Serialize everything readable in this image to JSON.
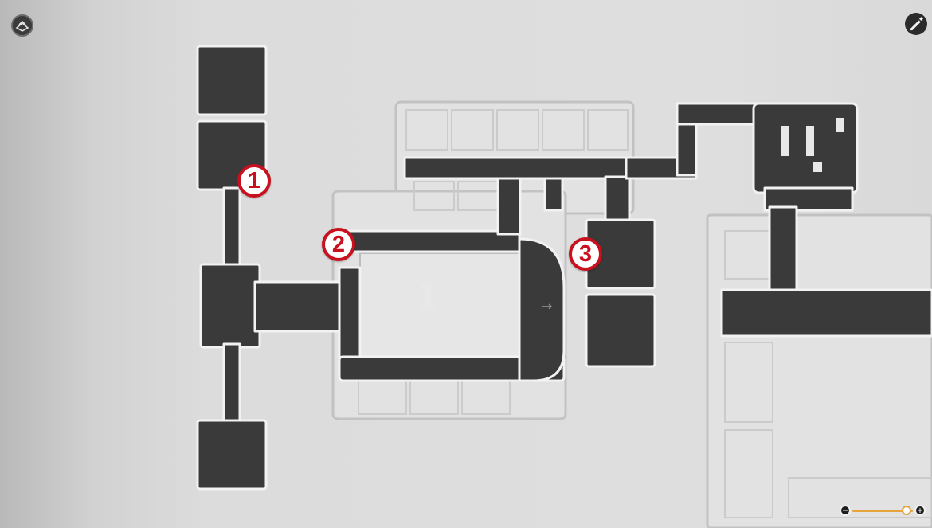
{
  "markers": [
    {
      "id": "marker-1",
      "label": "1"
    },
    {
      "id": "marker-2",
      "label": "2"
    },
    {
      "id": "marker-3",
      "label": "3"
    }
  ],
  "zoom": {
    "level": 0.9,
    "minus_symbol": "−",
    "plus_symbol": "+"
  },
  "colors": {
    "corridor": "#3a3a3a",
    "marker_ring": "#c8101e",
    "zoom_accent": "#e6a43a"
  },
  "icons": {
    "top_left": "map-layers-icon",
    "top_right": "edit-map-icon"
  }
}
